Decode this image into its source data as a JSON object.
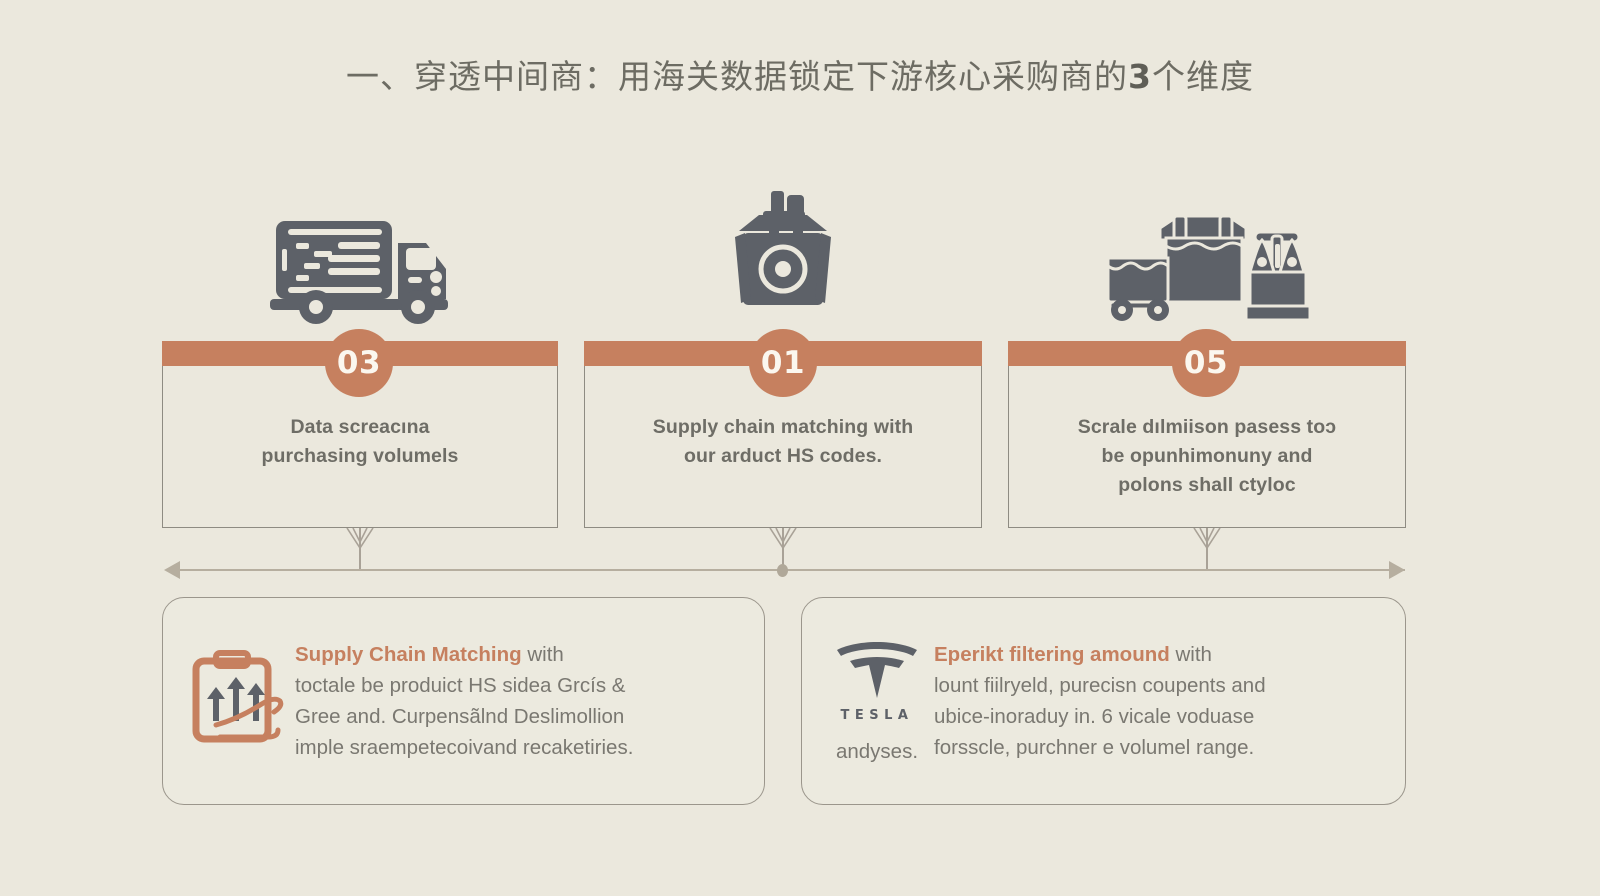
{
  "page": {
    "title": "一、穿透中间商：用海关数据锁定下游核心采购商的3个维度",
    "title_prefix": "一、穿透中间商：用海关数据锁定下游核心采购商的",
    "title_number": "3",
    "title_suffix": "个维度",
    "background_color": "#ebe8dd",
    "accent_color": "#c6805f",
    "icon_color": "#5d6168",
    "text_color": "#6e6d66",
    "border_color": "#8e8b82"
  },
  "steps": [
    {
      "badge": "03",
      "icon": "delivery-truck-icon",
      "text_line1": "Data screacına",
      "text_line2": "purchasing volumels"
    },
    {
      "badge": "01",
      "icon": "open-box-package-icon",
      "text_line1": "Supply chain matching with",
      "text_line2": "our arduct HS codes."
    },
    {
      "badge": "05",
      "icon": "cargo-scale-icon",
      "text_line1": "Scrale dılmiison pasess toɔ",
      "text_line2": "be opunhimonuny and",
      "text_line3": "polons shall ctyloc"
    }
  ],
  "panels": [
    {
      "icon": "clipboard-growth-chart-icon",
      "highlight": "Supply Chain Matching",
      "after_highlight": " with",
      "line2": "toctale be produict HS sidea Grcís &",
      "line3": "Gree and. Curpensãlnd Deslimollion",
      "line4": "imple sraempetecoivand recaketiries."
    },
    {
      "icon": "tesla-logo-icon",
      "logo_wordmark": "TESLA",
      "logo_caption": "andyses.",
      "highlight": "Eperikt filtering amound",
      "after_highlight": " with",
      "line2": "lount fiilryeld, purecisn coupents and",
      "line3": "ubice-inoraduy in. 6 vicale voduase",
      "line4": "forsscle, purchner e volumel range."
    }
  ],
  "timeline": {
    "left_arrow": "arrow-left",
    "right_arrow": "arrow-right",
    "marker": "timeline-dot"
  }
}
